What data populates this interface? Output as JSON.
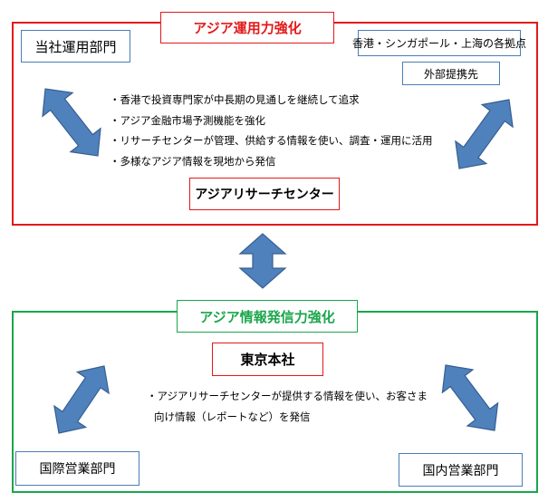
{
  "colors": {
    "red": "#e3191a",
    "green": "#1aa64b",
    "blue": "#4a7eb7",
    "arrow_fill": "#4f81bd",
    "arrow_stroke": "#365f91"
  },
  "top": {
    "title": "アジア運用力強化",
    "tosha_unyo": "当社運用部門",
    "hubs": "香港・シンガポール・上海の各拠点",
    "partner": "外部提携先",
    "bullets": [
      "・香港で投資専門家が中長期の見通しを継続して追求",
      "・アジア金融市場予測機能を強化",
      "・リサーチセンターが管理、供給する情報を使い、調査・運用に活用",
      "・多様なアジア情報を現地から発信"
    ],
    "research_center": "アジアリサーチセンター"
  },
  "bottom": {
    "title": "アジア情報発信力強化",
    "tokyo": "東京本社",
    "desc_lines": [
      "・アジアリサーチセンターが提供する情報を使い、お客さま",
      "向け情報（レポートなど）を発信"
    ],
    "intl": "国際営業部門",
    "domestic": "国内営業部門"
  },
  "icons": [
    "double-arrow-icon"
  ]
}
